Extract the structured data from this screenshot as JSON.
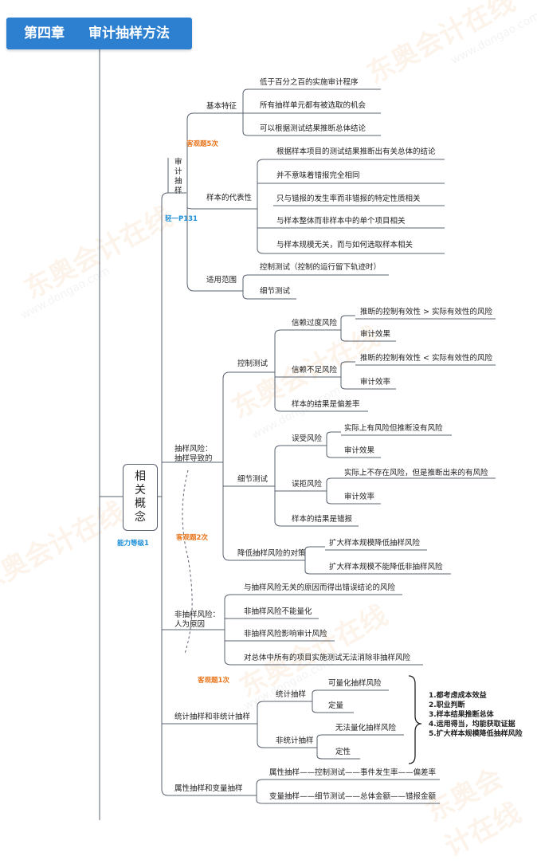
{
  "title": {
    "chapter": "第四章",
    "name": "审计抽样方法"
  },
  "watermark": {
    "brand": "东奥会计在线",
    "url": "www.dongao.com"
  },
  "root": {
    "label": "相关概念",
    "level_tag": "能力等级1"
  },
  "nodes": {
    "sampling": {
      "label": "审计抽样",
      "tag": "客观题5次",
      "ref": "轻一P131"
    },
    "basic": {
      "label": "基本特征",
      "items": [
        "低于百分之百的实施审计程序",
        "所有抽样单元都有被选取的机会",
        "可以根据测试结果推断总体结论"
      ]
    },
    "represent": {
      "label": "样本的代表性",
      "items": [
        "根据样本项目的测试结果推断出有关总体的结论",
        "并不意味着错报完全相同",
        "只与错报的发生率而非错报的特定性质相关",
        "与样本整体而非样本中的单个项目相关",
        "与样本规模无关，而与如何选取样本相关"
      ]
    },
    "scope": {
      "label": "适用范围",
      "items": [
        "控制测试（控制的运行留下轨迹时）",
        "细节测试"
      ]
    },
    "sampling_risk": {
      "label_1": "抽样风险：",
      "label_2": "抽样导致的",
      "tag": "客观题2次"
    },
    "control_test": {
      "label": "控制测试"
    },
    "over_reliance": {
      "label": "信赖过度风险",
      "items": [
        "推断的控制有效性 > 实际有效性的风险",
        "审计效果"
      ]
    },
    "under_reliance": {
      "label": "信赖不足风险",
      "items": [
        "推断的控制有效性 < 实际有效性的风险",
        "审计效率"
      ]
    },
    "ct_result": {
      "label": "样本的结果是偏差率"
    },
    "detail_test": {
      "label": "细节测试"
    },
    "incorrect_accept": {
      "label": "误受风险",
      "items": [
        "实际上有风险但推断没有风险",
        "审计效果"
      ]
    },
    "incorrect_reject": {
      "label": "误拒风险",
      "items": [
        "实际上不存在风险，但是推断出来的有风险",
        "审计效率"
      ]
    },
    "dt_result": {
      "label": "样本的结果是错报"
    },
    "reduce": {
      "label": "降低抽样风险的对策",
      "items": [
        "扩大样本规模降低抽样风险",
        "扩大样本规模不能降低非抽样风险"
      ]
    },
    "non_sampling": {
      "label_1": "非抽样风险：",
      "label_2": "人为原因",
      "items": [
        "与抽样风险无关的原因而得出错误结论的风险",
        "非抽样风险不能量化",
        "非抽样风险影响审计风险",
        "对总体中所有的项目实施测试无法消除非抽样风险"
      ]
    },
    "stat": {
      "label": "统计抽样和非统计抽样",
      "tag": "客观题1次"
    },
    "stat_sampling": {
      "label": "统计抽样",
      "items": [
        "可量化抽样风险",
        "定量"
      ]
    },
    "nonstat_sampling": {
      "label": "非统计抽样",
      "items": [
        "无法量化抽样风险",
        "定性"
      ]
    },
    "summary": [
      "1.都考虑成本效益",
      "2.职业判断",
      "3.样本结果推断总体",
      "4.运用得当，均能获取证据",
      "5.扩大样本规模降低抽样风险"
    ],
    "attr": {
      "label": "属性抽样和变量抽样",
      "items": [
        "属性抽样——控制测试——事件发生率——偏差率",
        "变量抽样——细节测试——总体金额——错报金额"
      ]
    }
  }
}
